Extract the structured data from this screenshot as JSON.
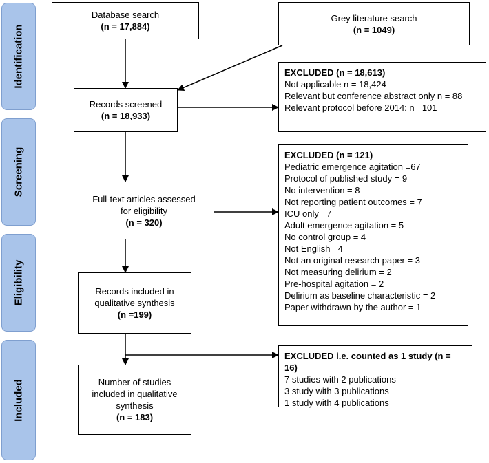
{
  "phases": [
    {
      "label": "Identification"
    },
    {
      "label": "Screening"
    },
    {
      "label": "Eligibility"
    },
    {
      "label": "Included"
    }
  ],
  "boxes": {
    "database": {
      "label": "Database search",
      "count": "(n = 17,884)"
    },
    "grey": {
      "label": "Grey literature search",
      "count": "(n = 1049)"
    },
    "screened": {
      "label": "Records screened",
      "count": "(n = 18,933)"
    },
    "fulltext": {
      "label_line1": "Full-text articles assessed",
      "label_line2": "for eligibility",
      "count": "(n = 320)"
    },
    "qualitative": {
      "label_line1": "Records included in",
      "label_line2": "qualitative synthesis",
      "count": "(n =199)"
    },
    "studies": {
      "label_line1": "Number of studies",
      "label_line2": "included in qualitative",
      "label_line3": "synthesis",
      "count": "(n = 183)"
    }
  },
  "excluded": {
    "screening": {
      "title": "EXCLUDED (n = 18,613)",
      "items": [
        "Not applicable n = 18,424",
        "Relevant but conference abstract only n = 88",
        "Relevant protocol before 2014: n= 101"
      ]
    },
    "fulltext": {
      "title": "EXCLUDED (n = 121)",
      "items": [
        "Pediatric emergence agitation =67",
        "Protocol of published study = 9",
        "No intervention = 8",
        "Not reporting patient outcomes = 7",
        "ICU only= 7",
        "Adult emergence agitation = 5",
        "No control group = 4",
        "Not English =4",
        "Not an original research paper = 3",
        "Not measuring delirium = 2",
        "Pre-hospital agitation = 2",
        "Delirium as baseline characteristic = 2",
        "Paper withdrawn by the author = 1"
      ]
    },
    "studies": {
      "title": "EXCLUDED i.e. counted as 1 study (n = 16)",
      "items": [
        "7 studies with 2 publications",
        "3 study with 3 publications",
        "1 study with 4 publications"
      ]
    }
  },
  "colors": {
    "phase_fill": "#a9c4ea",
    "phase_border": "#7f9fcf",
    "box_border": "#000000"
  }
}
